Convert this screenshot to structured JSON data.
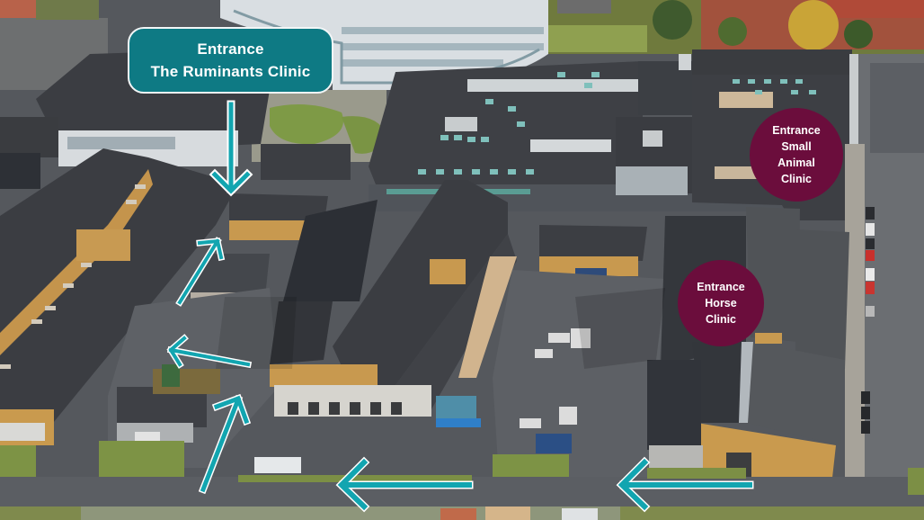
{
  "image": {
    "description": "Aerial photograph of a veterinary hospital campus with entrance markers and direction arrows",
    "colors": {
      "ruminants_label_bg": "#0e7a84",
      "circle_label_bg": "#6b0d3c",
      "arrow_fill": "#12a5b0",
      "arrow_outline": "#ffffff",
      "roof": "#3a3c40",
      "wood_facade": "#c99a4e",
      "asphalt": "#5d6066",
      "grass": "#7c8f45"
    }
  },
  "labels": {
    "ruminants": {
      "line1": "Entrance",
      "line2": "The Ruminants Clinic"
    },
    "small_animal": {
      "line1": "Entrance",
      "line2": "Small",
      "line3": "Animal",
      "line4": "Clinic"
    },
    "horse": {
      "line1": "Entrance",
      "line2": "Horse",
      "line3": "Clinic"
    }
  },
  "arrows": [
    {
      "name": "arrow-down-to-ruminants",
      "direction": "down"
    },
    {
      "name": "arrow-up-right-1",
      "direction": "up-right"
    },
    {
      "name": "arrow-left-parking",
      "direction": "left"
    },
    {
      "name": "arrow-up-right-2",
      "direction": "up-right"
    },
    {
      "name": "arrow-left-road-1",
      "direction": "left"
    },
    {
      "name": "arrow-left-road-2",
      "direction": "left"
    }
  ]
}
